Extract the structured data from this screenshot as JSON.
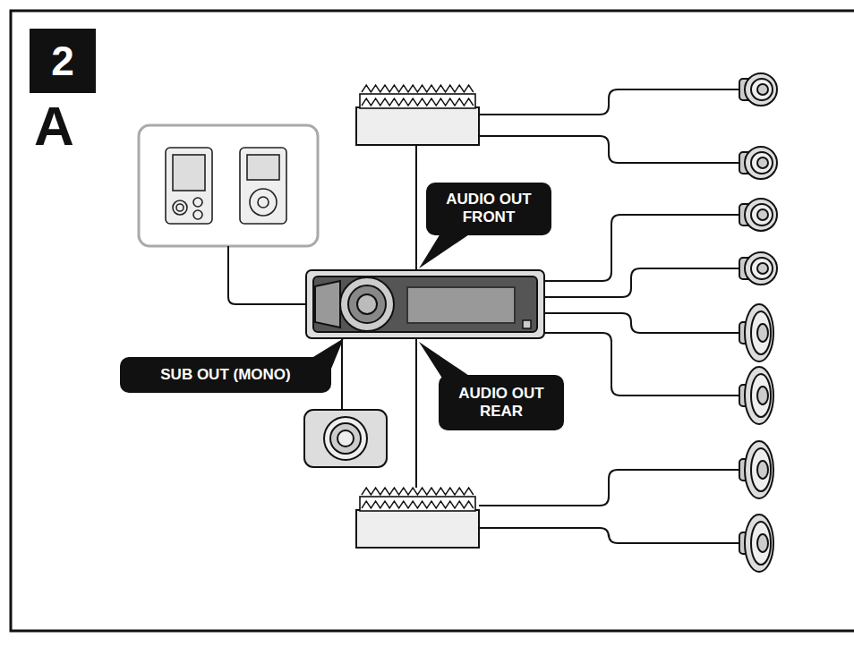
{
  "diagram": {
    "nodes": [
      {
        "text": [
          "2"
        ]
      },
      {
        "text": [
          "AUDIO OUT FRONT"
        ]
      },
      {
        "text": [
          "SUB OUT (MONO)"
        ]
      },
      {
        "text": [
          "AUDIO OUT REAR"
        ]
      }
    ],
    "labels": [
      "A"
    ]
  }
}
